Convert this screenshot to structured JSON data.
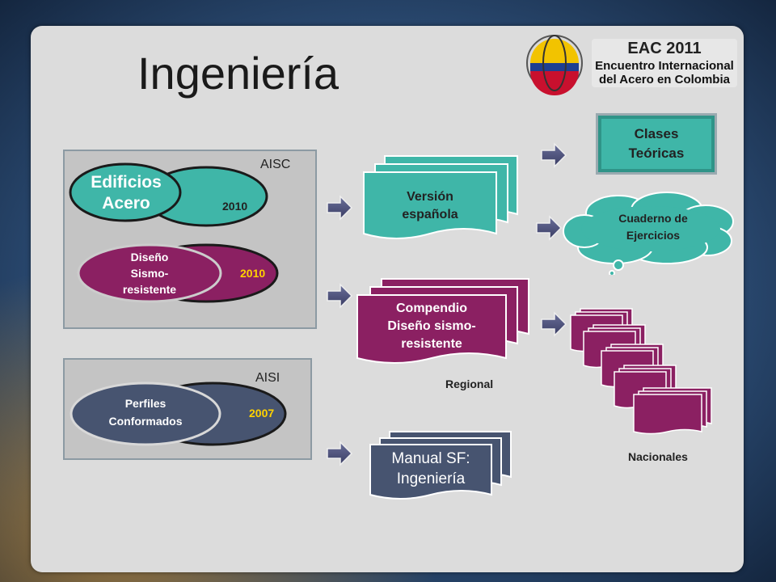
{
  "title": "Ingeniería",
  "logo": {
    "line1": "EAC 2011",
    "line2": "Encuentro Internacional",
    "line3": "del Acero en Colombia"
  },
  "aisc": {
    "label": "AISC",
    "edificios": {
      "label_line1": "Edificios",
      "label_line2": "Acero",
      "year": "2010"
    },
    "diseno": {
      "label_line1": "Diseño",
      "label_line2": "Sismo-",
      "label_line3": "resistente",
      "year": "2010"
    }
  },
  "aisi": {
    "label": "AISI",
    "perfiles": {
      "label_line1": "Perfiles",
      "label_line2": "Conformados",
      "year": "2007"
    }
  },
  "version": {
    "line1": "Versión",
    "line2": "española"
  },
  "clases": {
    "line1": "Clases",
    "line2": "Teóricas"
  },
  "cuaderno": {
    "line1": "Cuaderno de",
    "line2": "Ejercicios"
  },
  "compendio": {
    "line1": "Compendio",
    "line2": "Diseño sismo-",
    "line3": "resistente"
  },
  "regional": "Regional",
  "nacionales": "Nacionales",
  "manual": {
    "line1": "Manual SF:",
    "line2": "Ingeniería"
  },
  "colors": {
    "teal": "#3fb6a8",
    "purple": "#8b2062",
    "slate": "#475470",
    "yellow": "#ffd200"
  }
}
